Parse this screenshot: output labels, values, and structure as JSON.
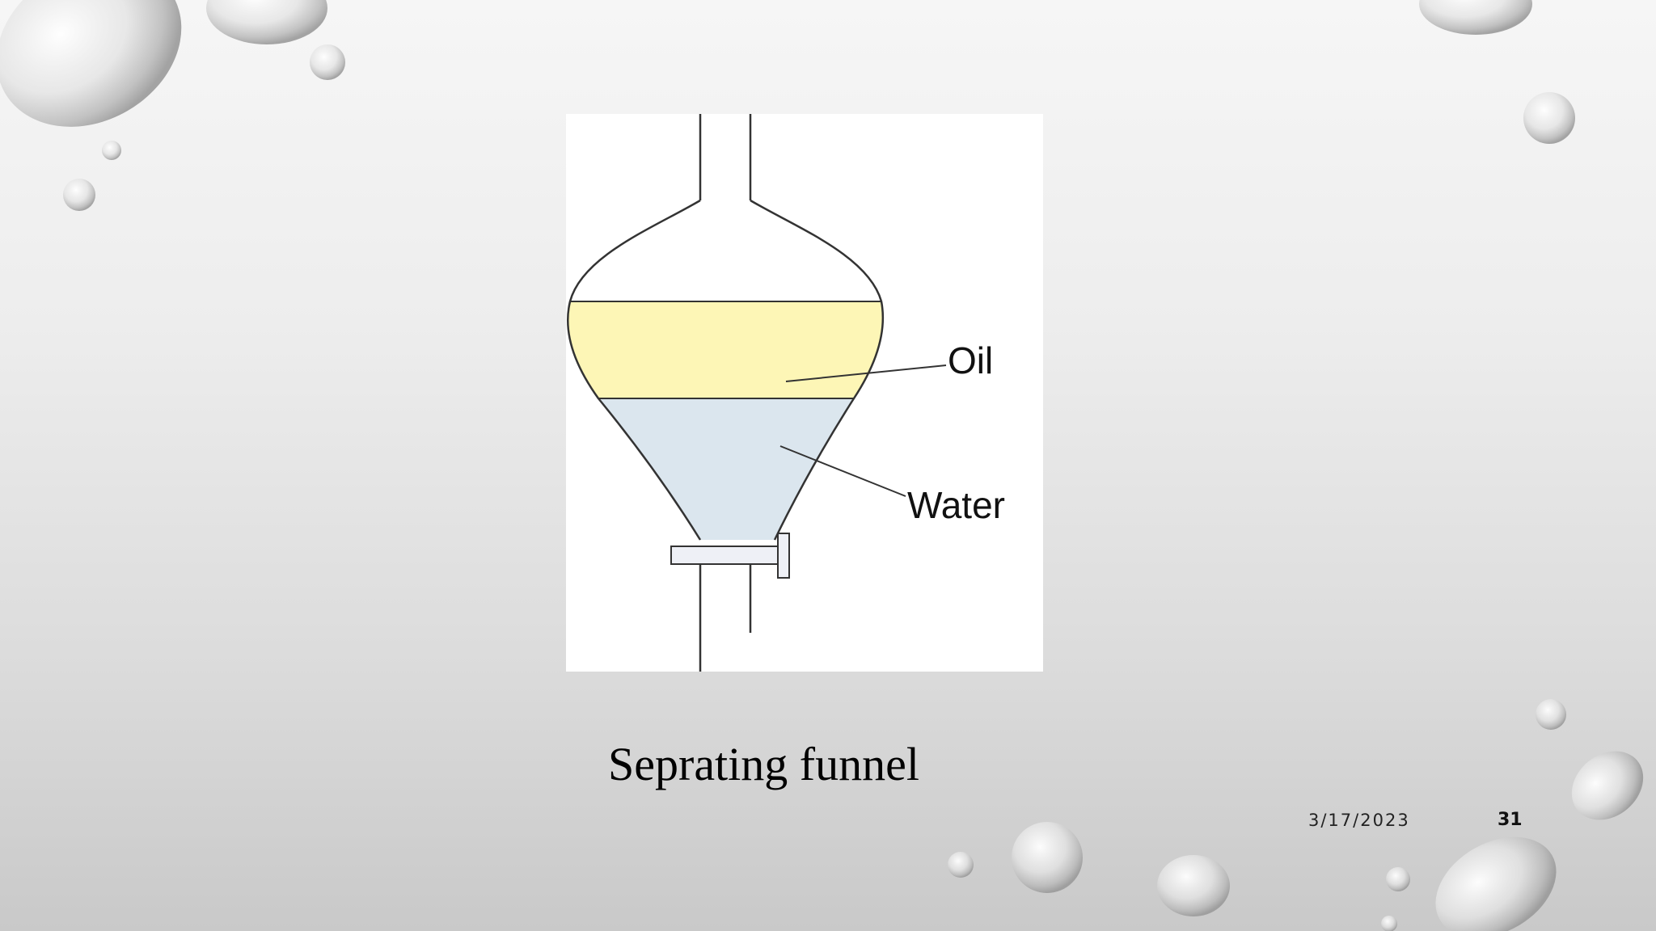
{
  "slide": {
    "caption": "Seprating funnel",
    "date": "3/17/2023",
    "page_number": "31"
  },
  "diagram": {
    "labels": {
      "oil": "Oil",
      "water": "Water"
    },
    "colors": {
      "oil": "#fdf6b6",
      "water": "#dbe6ee",
      "outline": "#333333"
    }
  }
}
